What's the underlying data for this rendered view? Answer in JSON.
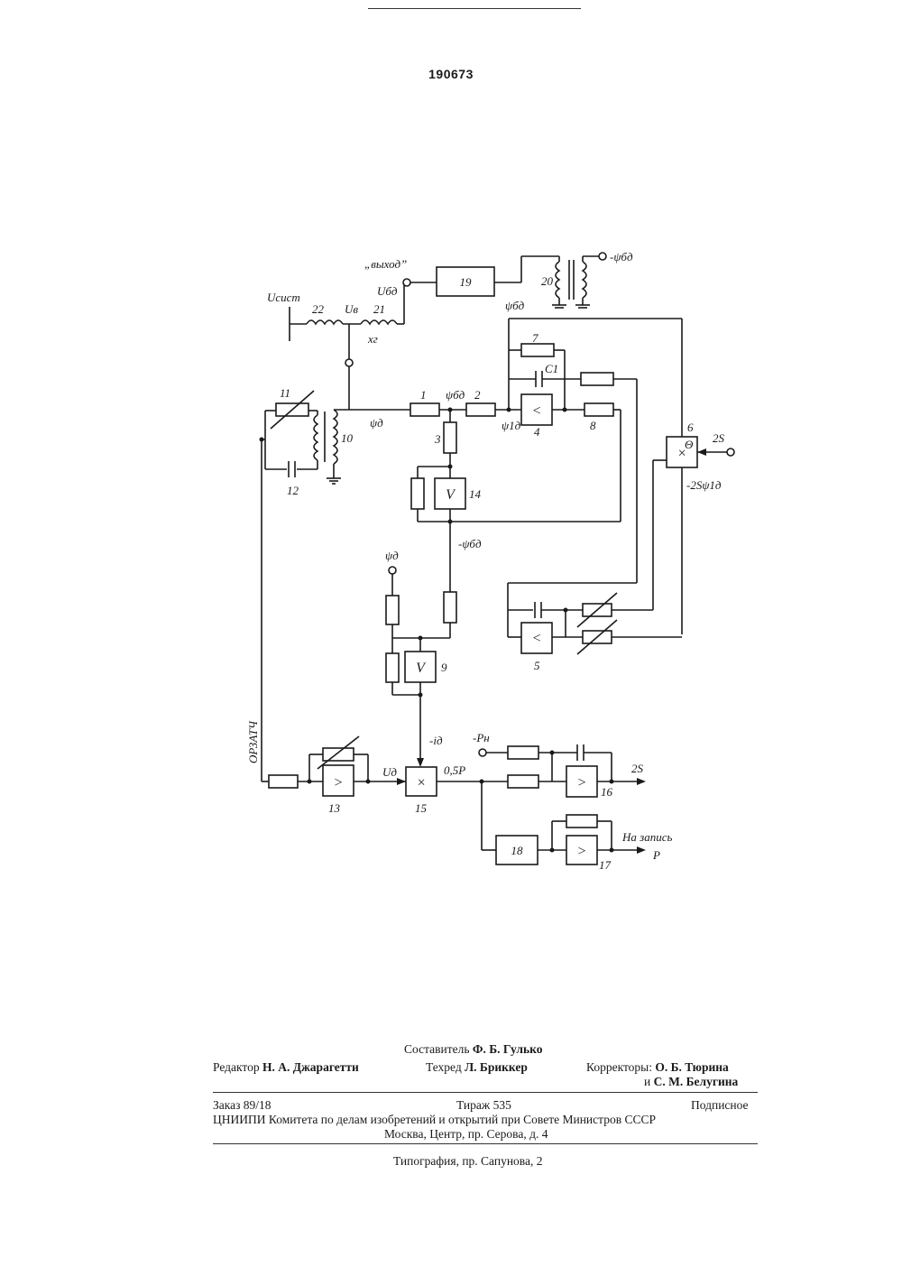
{
  "header": {
    "patent_number": "190673"
  },
  "schematic": {
    "labels": {
      "u_sist": "Uсист",
      "coil_22": "22",
      "u_v": "Uв",
      "coil_21": "21",
      "u_bd": "Uбд",
      "x_g": "xг",
      "output": "„выход”",
      "block_19": "19",
      "psi_bd_top": "ψбд",
      "trans_20": "20",
      "minus_psi_bd_top": "-ψбд",
      "res_7": "7",
      "cap_c1": "C1",
      "res_11": "11",
      "trans_10": "10",
      "cap_12": "12",
      "psi_d": "ψд",
      "res_1": "1",
      "psi_bd_mid": "ψбд",
      "res_2": "2",
      "psi_1d": "ψ1д",
      "amp_4": "4",
      "res_8": "8",
      "res_3": "3",
      "amp_14": "14",
      "minus_psi_bd_mid": "-ψбд",
      "mult_6": "6",
      "mult_6_sign": "Θ",
      "input_2s": "2S",
      "minus_2s_psi": "-2Sψ1д",
      "psi_d_in": "ψд",
      "amp_9": "9",
      "amp_5": "5",
      "orzatch": "ОРЗАТЧ",
      "amp_13": "13",
      "u_d": "Uд",
      "minus_i_d": "-iд",
      "mult_15": "15",
      "half_p": "0,5P",
      "minus_p_n": "-Pн",
      "amp_16": "16",
      "out_2s": "2S",
      "block_18": "18",
      "amp_17": "17",
      "na_zapis": "На запись",
      "out_p": "P",
      "cmp_lt": "<",
      "cmp_gt": ">",
      "cmp_v": "V",
      "mult_x": "×"
    }
  },
  "colophon": {
    "compiler_label": "Составитель",
    "compiler_name": "Ф. Б. Гулько",
    "editor_label": "Редактор",
    "editor_name": "Н. А. Джарагетти",
    "techred_label": "Техред",
    "techred_name": "Л. Бриккер",
    "correctors_label": "Корректоры:",
    "corrector_1": "О. Б. Тюрина",
    "corrector_2_prefix": "и",
    "corrector_2": "С. М. Белугина",
    "order": "Заказ 89/18",
    "circulation": "Тираж 535",
    "subscription": "Подписное",
    "org_line": "ЦНИИПИ Комитета по делам изобретений и открытий при Совете Министров СССР",
    "address": "Москва, Центр, пр. Серова, д. 4",
    "printer": "Типография, пр. Сапунова, 2"
  }
}
